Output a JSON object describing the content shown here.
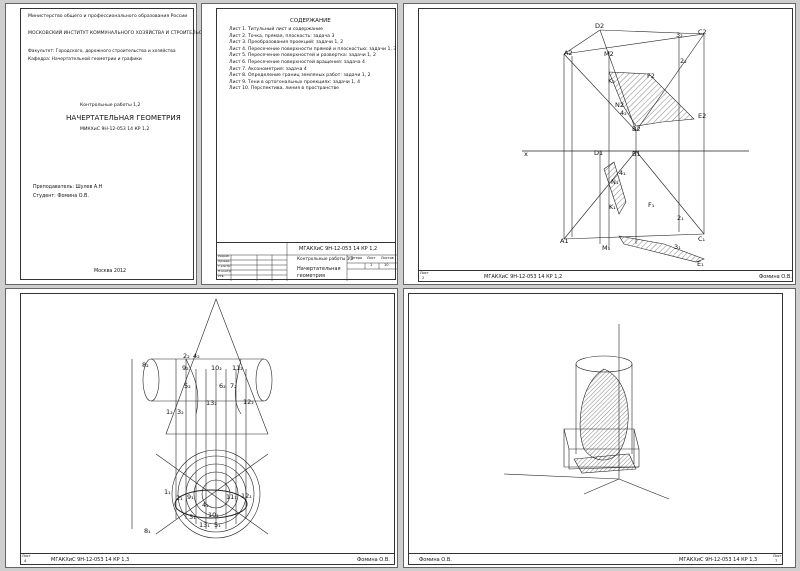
{
  "sheet1": {
    "ministry": "Министерство общего и профессионального образования России",
    "institute": "МОСКОВСКИЙ ИНСТИТУТ КОММУНАЛЬНОГО ХОЗЯЙСТВА И СТРОИТЕЛЬСТВА",
    "faculty": "Факультет: Городского, дорожного строительства и хозяйства",
    "department": "Кафедра: Начертательной геометрии и графики",
    "work_title": "Контрольные работы 1,2",
    "subject": "НАЧЕРТАТЕЛЬНАЯ ГЕОМЕТРИЯ",
    "code": "МИКХиС 9Н-12-053 14 КР 1,2",
    "teacher": "Преподаватель: Шулев А.Н",
    "student": "Студент: Фомина О.В.",
    "city_year": "Москва 2012"
  },
  "sheet2": {
    "heading": "СОДЕРЖАНИЕ",
    "items": [
      "Лист 1. Титульный лист и содержание",
      "Лист 2. Точка, прямая, плоскость: задача 3",
      "Лист 3. Преобразования проекций: задачи 1, 2",
      "Лист 4. Пересечение поверхности прямой и плоскостью: задачи 1, 3",
      "Лист 5. Пересечение поверхностей и развертка: задачи 1, 2",
      "Лист 6. Пересечение поверхностей вращения: задача 4",
      "Лист 7. Аксонометрия: задача 4",
      "Лист 8. Определение границ земляных работ: задачи 1, 2",
      "Лист 9. Тени в ортогональных проекциях: задачи 1, 4",
      "Лист 10. Перспектива, линия в пространстве"
    ],
    "stamp_code": "МГАКХиС 9Н-12-053 14 КР 1,2",
    "stamp_work": "Контрольные работы 1,2",
    "stamp_subject_1": "Начертательная",
    "stamp_subject_2": "геометрия",
    "col_litera": "Литера",
    "col_sheet": "Лист",
    "col_sheets": "Листов",
    "sheet_no": "1",
    "sheets_total": "10",
    "row_labels": [
      "Разраб.",
      "Провер.",
      "Т.контр.",
      "Н.контр.",
      "Утв."
    ]
  },
  "sheet3": {
    "axis_label": "x",
    "points": [
      "D2",
      "M2",
      "3₂",
      "C2",
      "A2",
      "2₂",
      "K₂",
      "F2",
      "E2",
      "N2",
      "4₂",
      "B2",
      "D1",
      "B1",
      "4₁",
      "N₁",
      "K₁",
      "F₁",
      "2₁",
      "A1",
      "M₁",
      "3₁",
      "C₁",
      "E₁"
    ],
    "stamp_code": "МГАКХиС 9Н-12-053 14 КР 1,2",
    "stamp_sheet_label": "Лист",
    "stamp_sheet_no": "2",
    "author": "Фомина О.В."
  },
  "sheet4": {
    "points": [
      "8₂",
      "2₂",
      "4₂",
      "9₂",
      "10₂",
      "11₂",
      "5₂",
      "6₂",
      "7₂",
      "13₂",
      "12₂",
      "1₂",
      "3₂",
      "1₁",
      "2₁",
      "9₁",
      "4₁",
      "10₁",
      "11₁",
      "12₁",
      "3₁",
      "13₁",
      "5₁",
      "8₁"
    ],
    "stamp_code": "МГАКХиС 9Н-12-053 14 КР 1,3",
    "stamp_sheet_label": "Лист",
    "stamp_sheet_no": "4",
    "author": "Фомина О.В."
  },
  "sheet5": {
    "stamp_code": "МГАКХиС 9Н-12-053 14 КР 1,3",
    "stamp_sheet_label": "Лист",
    "stamp_sheet_no": "7",
    "author": "Фомина О.В."
  }
}
